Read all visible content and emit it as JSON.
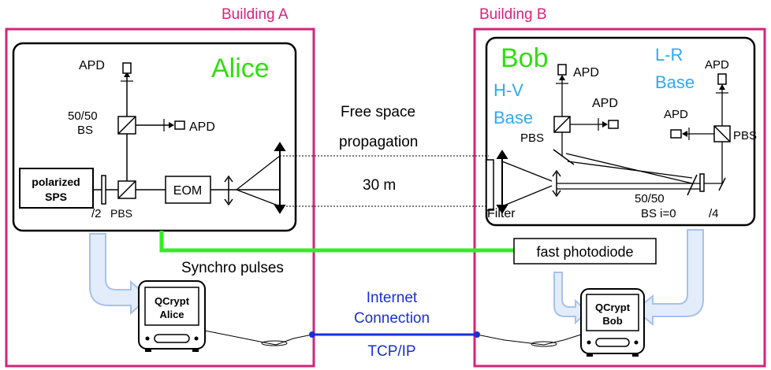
{
  "building_a": {
    "label": "Building A"
  },
  "building_b": {
    "label": "Building B"
  },
  "alice": {
    "name": "Alice",
    "apd_top": "APD",
    "apd_right": "APD",
    "bs_label_1": "50/50",
    "bs_label_2": "BS",
    "source_line_1": "polarized",
    "source_line_2": "SPS",
    "halfwave": "/2",
    "pbs": "PBS",
    "eom": "EOM"
  },
  "bob": {
    "name": "Bob",
    "hv_base_1": "H-V",
    "hv_base_2": "Base",
    "lr_base_1": "L-R",
    "lr_base_2": "Base",
    "apd_hv_top": "APD",
    "apd_hv_right": "APD",
    "apd_lr_top": "APD",
    "apd_lr_left": "APD",
    "pbs_hv": "PBS",
    "pbs_lr": "PBS",
    "bs_1": "50/50",
    "bs_2": "BS i=0",
    "quarterwave": "/4",
    "filter": "Filter"
  },
  "link": {
    "free_space_1": "Free space",
    "free_space_2": "propagation",
    "distance": "30 m"
  },
  "sync": {
    "label": "Synchro pulses"
  },
  "photodiode": {
    "label": "fast photodiode"
  },
  "internet": {
    "line_1": "Internet",
    "line_2": "Connection",
    "protocol": "TCP/IP"
  },
  "computers": {
    "alice_line_1": "QCrypt",
    "alice_line_2": "Alice",
    "bob_line_1": "QCrypt",
    "bob_line_2": "Bob"
  },
  "colors": {
    "building_border": "#d6237a",
    "party_name": "#33dd11",
    "base_label": "#33aaee",
    "sync_line": "#33ee22",
    "internet": "#1a2fd6",
    "arrow_fill": "#e3ecfb",
    "arrow_stroke": "#a7c2ec"
  }
}
